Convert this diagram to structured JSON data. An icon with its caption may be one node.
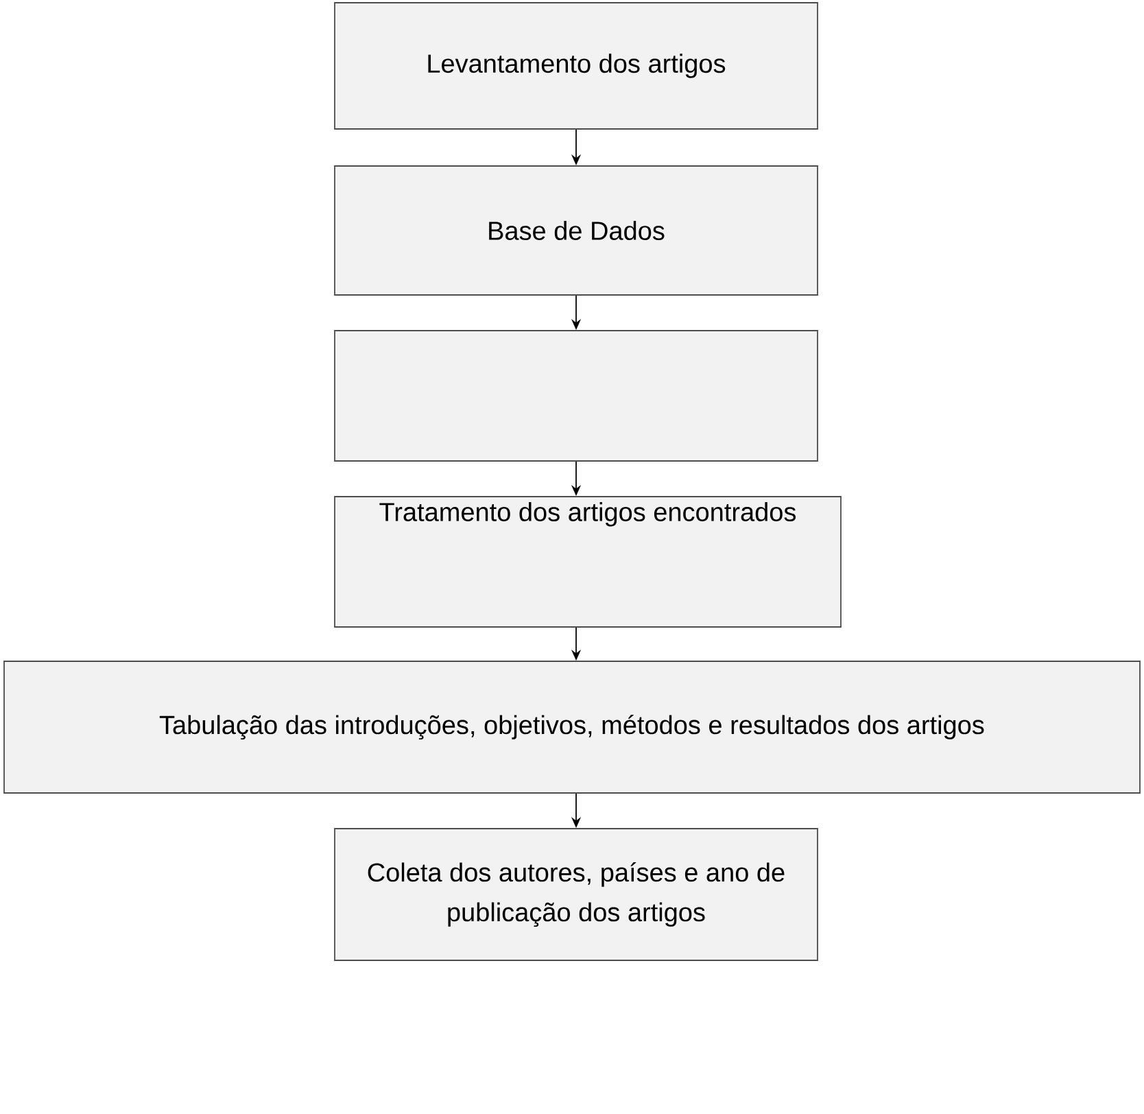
{
  "diagram": {
    "nodes": [
      {
        "text": [
          "Levantamento dos artigos"
        ]
      },
      {
        "text": [
          "Base de Dados"
        ]
      },
      {
        "text": [],
        "shape": "box"
      },
      {
        "text": [
          "Tratamento dos artigos encontrados"
        ]
      },
      {
        "text": [
          "Tabulação das introduções, objetivos, métodos e resultados dos artigos"
        ]
      },
      {
        "text": [
          "Coleta dos autores, países e ano de publicação dos artigos"
        ]
      }
    ],
    "edges": [
      {
        "from": 0,
        "to": 1,
        "arrow": "to"
      },
      {
        "from": 1,
        "to": 2,
        "arrow": "to"
      },
      {
        "from": 2,
        "to": 3,
        "arrow": "to"
      },
      {
        "from": 3,
        "to": 4,
        "arrow": "to"
      },
      {
        "from": 4,
        "to": 5,
        "arrow": "to"
      }
    ]
  }
}
